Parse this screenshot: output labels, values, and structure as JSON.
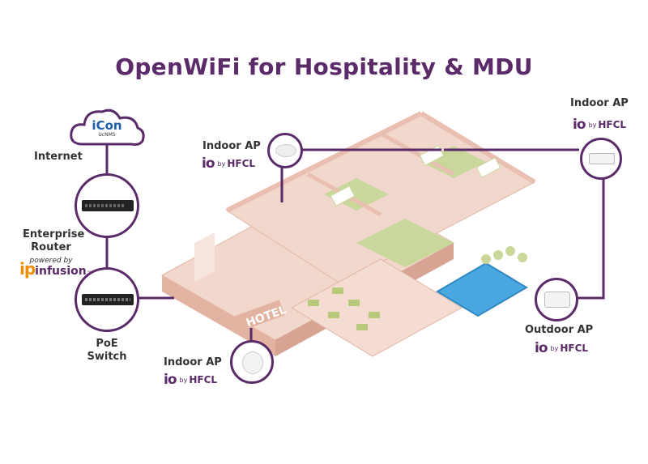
{
  "title": "OpenWiFi for Hospitality & MDU",
  "cloud": {
    "brand": "iCon",
    "sublabel": "UcNMS"
  },
  "labels": {
    "internet": "Internet",
    "router_line1": "Enterprise",
    "router_line2": "Router",
    "router_powered": "powered by",
    "poe_switch": "PoE Switch",
    "indoor_ap_top": "Indoor AP",
    "indoor_ap_right": "Indoor AP",
    "indoor_ap_bottom": "Indoor AP",
    "outdoor_ap": "Outdoor AP",
    "hotel_sign": "HOTEL"
  },
  "brand_io": {
    "mark": "io",
    "by": "by",
    "name": "HFCL"
  },
  "ipinfusion": {
    "ip": "ip",
    "rest": "infusion",
    "tm": "™"
  },
  "colors": {
    "accent": "#5a2a69",
    "floor": "#f2d7cc",
    "wall": "#e8bfb0",
    "grass": "#c9d89a",
    "pool": "#4aa8e0",
    "orange": "#f28c00"
  }
}
